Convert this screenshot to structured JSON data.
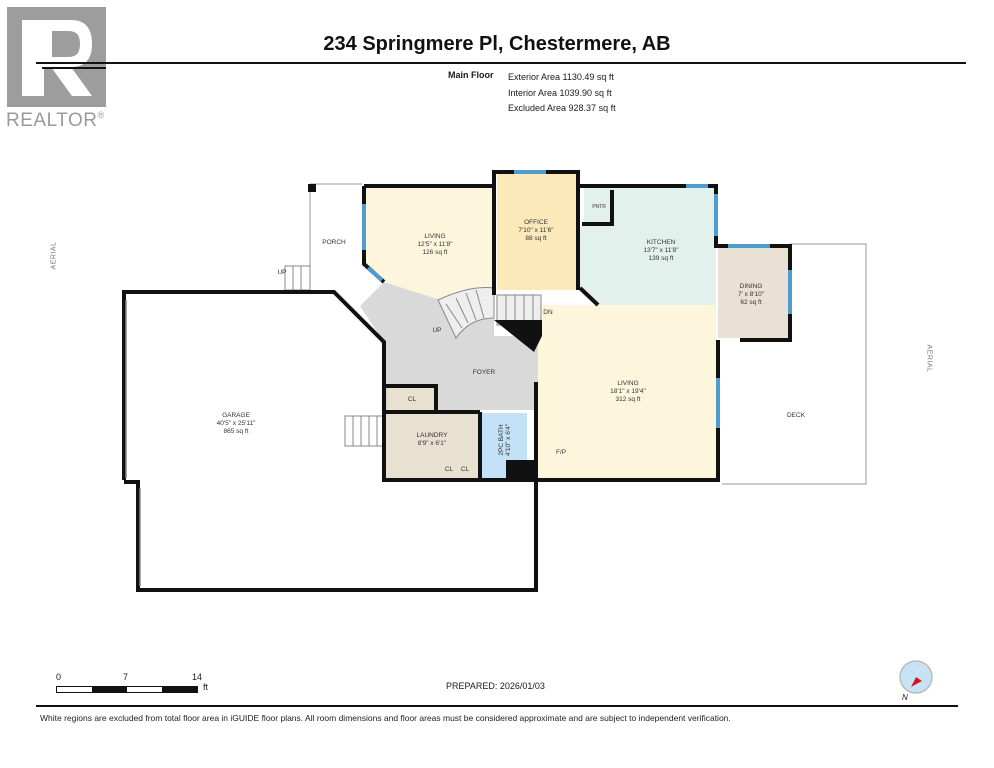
{
  "header": {
    "title": "234 Springmere Pl, Chestermere, AB",
    "logo_text": "REALTOR",
    "logo_mark": "®"
  },
  "areas": {
    "floor_label": "Main Floor",
    "exterior": "Exterior Area 1130.49 sq ft",
    "interior": "Interior Area 1039.90 sq ft",
    "excluded": "Excluded Area 928.37 sq ft"
  },
  "rooms": {
    "porch": {
      "name": "PORCH"
    },
    "living_front": {
      "name": "LIVING",
      "dims": "12'5\" x 11'8\"",
      "area": "126 sq ft"
    },
    "office": {
      "name": "OFFICE",
      "dims": "7'10\" x 11'6\"",
      "area": "88 sq ft"
    },
    "pantry": {
      "name": "PNTR"
    },
    "kitchen": {
      "name": "KITCHEN",
      "dims": "13'7\" x 11'8\"",
      "area": "139 sq ft"
    },
    "dining": {
      "name": "DINING",
      "dims": "7' x 8'10\"",
      "area": "62 sq ft"
    },
    "foyer": {
      "name": "FOYER"
    },
    "living_main": {
      "name": "LIVING",
      "dims": "18'1\" x 19'4\"",
      "area": "312 sq ft"
    },
    "garage": {
      "name": "GARAGE",
      "dims": "40'5\" x 25'11\"",
      "area": "865 sq ft"
    },
    "laundry": {
      "name": "LAUNDRY",
      "dims": "8'9\" x 6'1\""
    },
    "bath": {
      "name": "2PC BATH",
      "dims": "4'10\" x 6'4\""
    },
    "closet_foyer": {
      "name": "CL"
    },
    "closet_laundry_1": {
      "name": "CL"
    },
    "closet_laundry_2": {
      "name": "CL"
    },
    "deck": {
      "name": "DECK"
    }
  },
  "labels": {
    "stairs_up_porch": "UP",
    "stairs_up_foyer": "UP",
    "stairs_down": "DN",
    "fireplace": "F/P",
    "aerial_left": "AERIAL",
    "aerial_right": "AERIAL"
  },
  "scale": {
    "ticks": [
      "0",
      "7",
      "14"
    ],
    "unit": "ft"
  },
  "footer": {
    "prepared": "PREPARED: 2026/01/03",
    "compass_label": "N",
    "disclaimer": "White regions are excluded from total floor area in iGUIDE floor plans. All room dimensions and floor areas must be considered approximate and are subject to independent verification."
  },
  "colors": {
    "wall": "#111111",
    "window": "#4f9ccf",
    "living": "#fdf6dc",
    "office": "#fbe9b9",
    "kitchen": "#e3f1ec",
    "dining": "#e9e1d3",
    "foyer": "#d9d9d9",
    "laundry": "#e8e0d0",
    "bath": "#c3e1f7",
    "compass_red": "#d0142a",
    "compass_blue": "#c8e2f5",
    "logo_gray": "#9d9d9d"
  }
}
